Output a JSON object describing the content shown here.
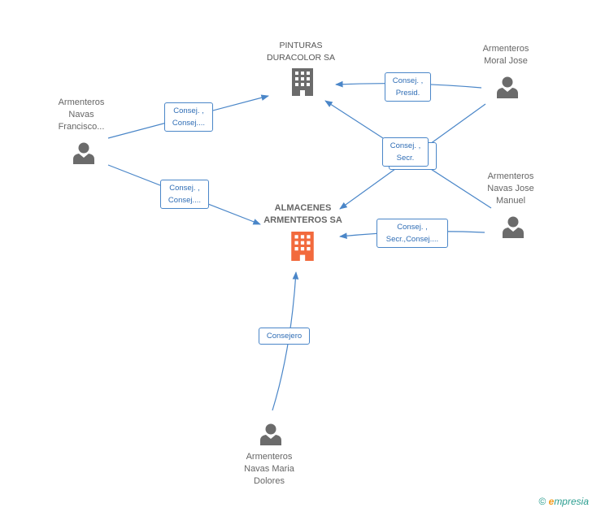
{
  "nodes": {
    "pinturas": {
      "label_lines": [
        "PINTURAS",
        "DURACOLOR SA"
      ]
    },
    "almacenes": {
      "label_lines": [
        "ALMACENES",
        "ARMENTEROS SA"
      ]
    },
    "francisco": {
      "label_lines": [
        "Armenteros",
        "Navas",
        "Francisco..."
      ]
    },
    "moral_jose": {
      "label_lines": [
        "Armenteros",
        "Moral Jose"
      ]
    },
    "jose_manuel": {
      "label_lines": [
        "Armenteros",
        "Navas Jose",
        "Manuel"
      ]
    },
    "maria_dolores": {
      "label_lines": [
        "Armenteros",
        "Navas Maria",
        "Dolores"
      ]
    }
  },
  "relations": {
    "francisco_pinturas": [
      "Consej. ,",
      "Consej...."
    ],
    "francisco_almacenes": [
      "Consej. ,",
      "Consej...."
    ],
    "moral_pinturas": [
      "Consej. ,",
      "Presid."
    ],
    "center_box": [
      "Consej. ,",
      "Secr."
    ],
    "jose_almacenes": [
      "Consej. ,",
      "Secr.,Consej...."
    ],
    "maria_almacenes": [
      "Consejero"
    ]
  },
  "colors": {
    "edge": "#4a86c8",
    "person_icon": "#6b6b6b",
    "company_icon": "#6b6b6b",
    "main_company_icon": "#f26a3d"
  },
  "footer": {
    "copyright": "©",
    "brand_e": "e",
    "brand_rest": "mpresia"
  }
}
